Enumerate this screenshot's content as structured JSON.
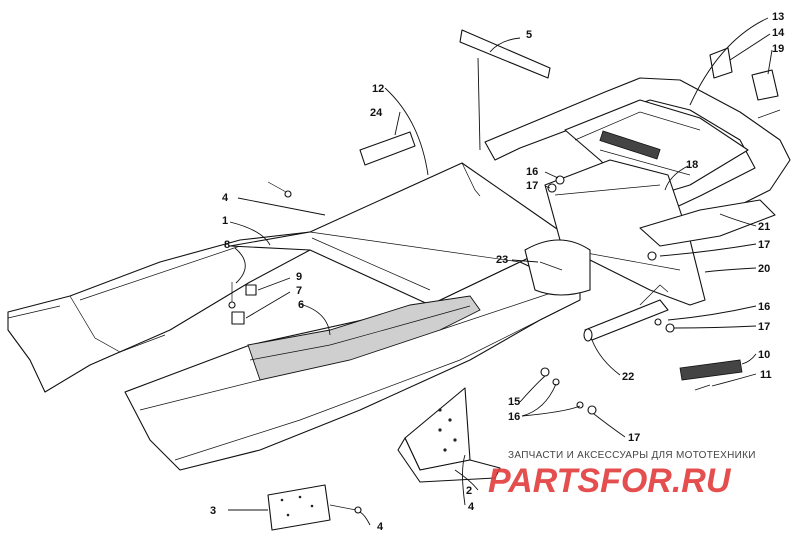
{
  "callouts": [
    {
      "id": "c1",
      "text": "1"
    },
    {
      "id": "c2",
      "text": "2"
    },
    {
      "id": "c3",
      "text": "3"
    },
    {
      "id": "c4a",
      "text": "4"
    },
    {
      "id": "c4b",
      "text": "4"
    },
    {
      "id": "c4c",
      "text": "4"
    },
    {
      "id": "c5",
      "text": "5"
    },
    {
      "id": "c6",
      "text": "6"
    },
    {
      "id": "c7",
      "text": "7"
    },
    {
      "id": "c8",
      "text": "8"
    },
    {
      "id": "c9",
      "text": "9"
    },
    {
      "id": "c10",
      "text": "10"
    },
    {
      "id": "c11",
      "text": "11"
    },
    {
      "id": "c12",
      "text": "12"
    },
    {
      "id": "c13",
      "text": "13"
    },
    {
      "id": "c14",
      "text": "14"
    },
    {
      "id": "c15",
      "text": "15"
    },
    {
      "id": "c16a",
      "text": "16"
    },
    {
      "id": "c16b",
      "text": "16"
    },
    {
      "id": "c16c",
      "text": "16"
    },
    {
      "id": "c17a",
      "text": "17"
    },
    {
      "id": "c17b",
      "text": "17"
    },
    {
      "id": "c17c",
      "text": "17"
    },
    {
      "id": "c17d",
      "text": "17"
    },
    {
      "id": "c18",
      "text": "18"
    },
    {
      "id": "c19",
      "text": "19"
    },
    {
      "id": "c20",
      "text": "20"
    },
    {
      "id": "c21",
      "text": "21"
    },
    {
      "id": "c22",
      "text": "22"
    },
    {
      "id": "c23",
      "text": "23"
    },
    {
      "id": "c24",
      "text": "24"
    }
  ],
  "watermark": {
    "caption": "ЗАПЧАСТИ И АКСЕССУАРЫ ДЛЯ МОТОТЕХНИКИ",
    "logo": "PARTSFOR.RU"
  }
}
